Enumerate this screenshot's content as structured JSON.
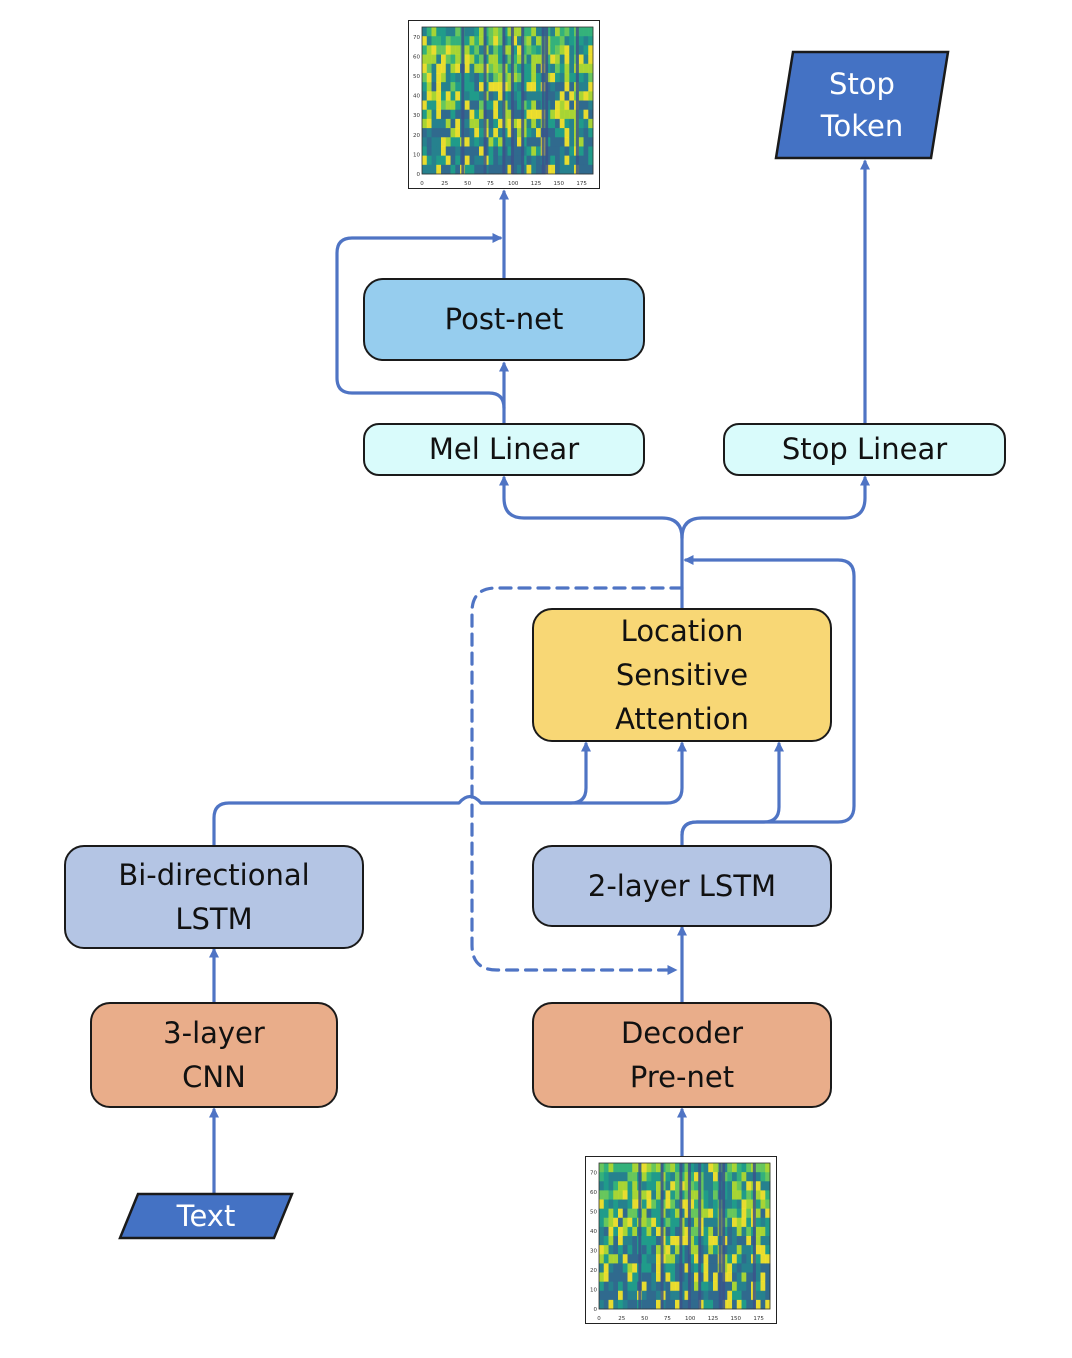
{
  "nodes": {
    "text_input": "Text",
    "cnn": [
      "3-layer",
      "CNN"
    ],
    "bilstm": [
      "Bi-directional",
      "LSTM"
    ],
    "decoder_prenet": [
      "Decoder",
      "Pre-net"
    ],
    "lstm2": "2-layer LSTM",
    "attention": [
      "Location",
      "Sensitive",
      "Attention"
    ],
    "mel_linear": "Mel Linear",
    "stop_linear": "Stop Linear",
    "postnet": "Post-net",
    "stop_token": [
      "Stop",
      "Token"
    ]
  },
  "spectrogram_ticks": {
    "x": [
      "0",
      "25",
      "50",
      "75",
      "100",
      "125",
      "150",
      "175"
    ],
    "y": [
      "0",
      "10",
      "20",
      "30",
      "40",
      "50",
      "60",
      "70"
    ]
  },
  "colors": {
    "arrow": "#4f74c4",
    "input_fill": "#4472c4",
    "cnn_fill": "#e9ad8a",
    "lstm_fill": "#b4c5e4",
    "attention_fill": "#f8d775",
    "postnet_fill": "#96cdee",
    "linear_fill": "#d9fbfb"
  }
}
